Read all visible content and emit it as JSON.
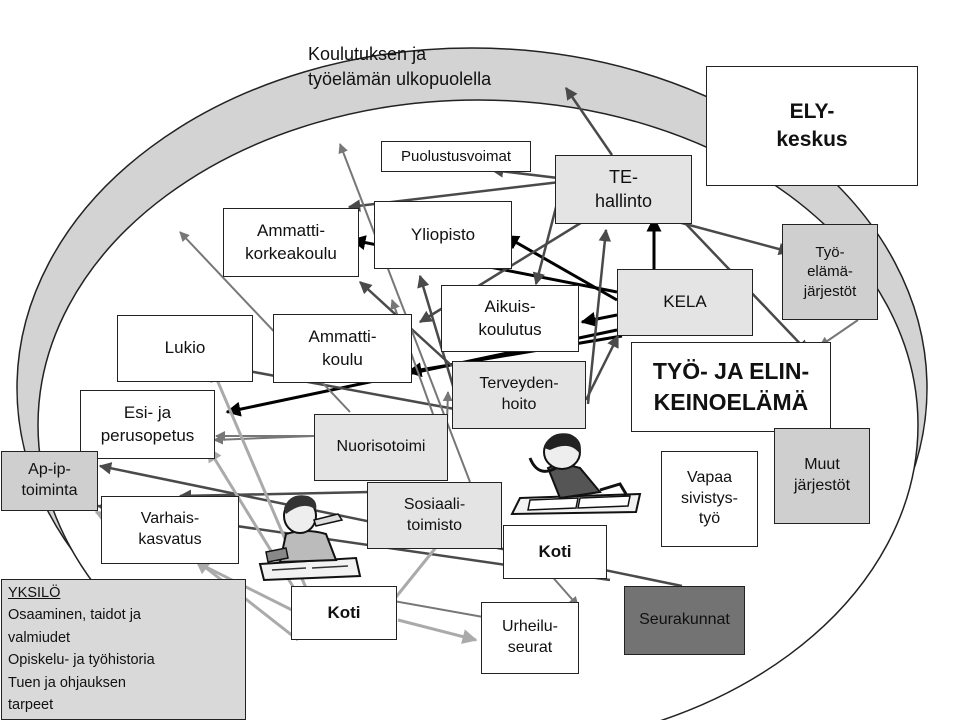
{
  "outer_label": "Koulutuksen ja\ntyöelämän ulkopuolella",
  "boxes": {
    "ely": "ELY-\nkeskus",
    "puolustusvoimat": "Puolustusvoimat",
    "te_hallinto": "TE-\nhallinto",
    "ammattikorkeakoulu": "Ammatti-\nkorkeakoulu",
    "yliopisto": "Yliopisto",
    "tyoelamajarjestot": "Työ-\nelämä-\njärjestöt",
    "kela": "KELA",
    "aikuiskoulutus": "Aikuis-\nkoulutus",
    "ammattikoulu": "Ammatti-\nkoulu",
    "lukio": "Lukio",
    "tyo_ja_elinkeino": "TYÖ- JA ELIN-\nKEINOELÄMÄ",
    "terveydenhoito": "Terveyden-\nhoito",
    "esi_perusopetus": "Esi- ja\nperusopetus",
    "nuorisotoimi": "Nuorisotoimi",
    "muut_jarjestot": "Muut\njärjestöt",
    "ap_ip": "Ap-ip-\ntoiminta",
    "vapaa_sivistystyo": "Vapaa\nsivistys-\ntyö",
    "sosiaalitoimisto": "Sosiaali-\ntoimisto",
    "varhaiskasvatus": "Varhais-\nkasvatus",
    "koti_right": "Koti",
    "koti_left": "Koti",
    "urheiluseurat": "Urheilu-\nseurat",
    "seurakunnat": "Seurakunnat"
  },
  "yksilo": {
    "title": "YKSILÖ",
    "lines": [
      "Osaaminen, taidot ja",
      "valmiudet",
      "Opiskelu- ja työhistoria",
      "Tuen ja ohjauksen",
      "tarpeet"
    ]
  },
  "icons": [
    "studying-student-illustration",
    "thinking-child-illustration"
  ],
  "colors": {
    "outer_band": "#d3d3d3",
    "dark_box": "#737373",
    "mid_box": "#cfcfcf",
    "light_box": "#e4e4e4"
  }
}
